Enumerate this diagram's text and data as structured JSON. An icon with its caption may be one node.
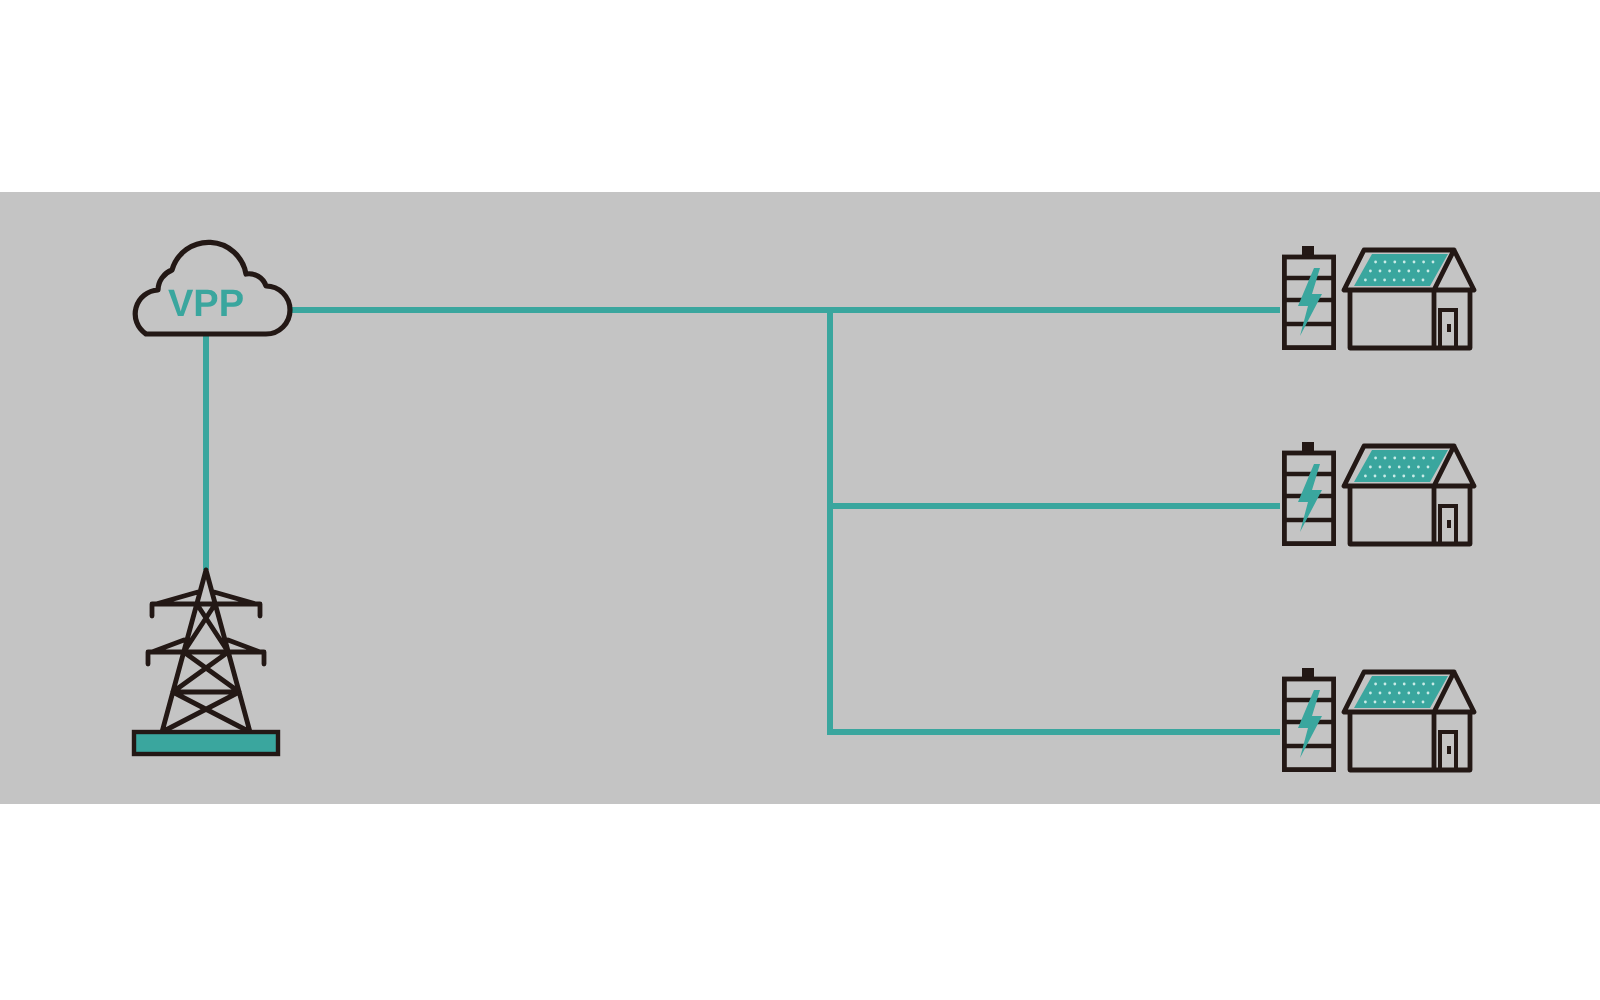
{
  "diagram": {
    "nodes": [
      {
        "text": [
          "VPP"
        ]
      },
      {
        "text": [],
        "shape": "picture"
      },
      {
        "text": [],
        "shape": "picture"
      },
      {
        "text": [],
        "shape": "picture"
      },
      {
        "text": [],
        "shape": "picture"
      }
    ],
    "edges": [
      {
        "from": 0,
        "to": 1,
        "arrow": "none"
      },
      {
        "from": 0,
        "to": 2,
        "arrow": "none"
      },
      {
        "from": 0,
        "to": 3,
        "arrow": "none"
      },
      {
        "from": 0,
        "to": 4,
        "arrow": "none"
      }
    ]
  }
}
